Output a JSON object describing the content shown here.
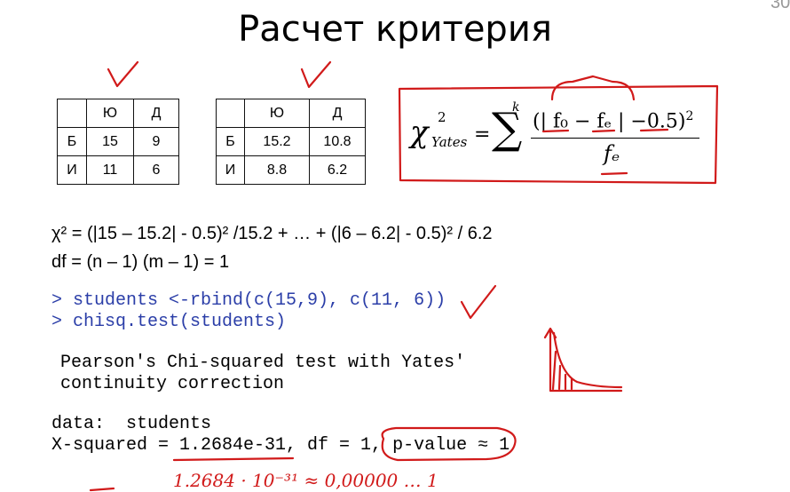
{
  "page_number": "30",
  "title": "Расчет критерия",
  "table_observed": {
    "header": [
      "",
      "Ю",
      "Д"
    ],
    "rows": [
      [
        "Б",
        "15",
        "9"
      ],
      [
        "И",
        "11",
        "6"
      ]
    ]
  },
  "table_expected": {
    "header": [
      "",
      "Ю",
      "Д"
    ],
    "rows": [
      [
        "Б",
        "15.2",
        "10.8"
      ],
      [
        "И",
        "8.8",
        "6.2"
      ]
    ]
  },
  "formula": {
    "chi": "χ",
    "power": "2",
    "subscript": "Yates",
    "equals": "=",
    "sum": "∑",
    "upper_limit": "k",
    "numerator": "(| f₀ − fₑ | −0.5)",
    "numerator_power": "2",
    "denominator": "fₑ"
  },
  "calc_line": "χ² = (|15 – 15.2| - 0.5)² /15.2 + … + (|6 – 6.2| - 0.5)² / 6.2",
  "df_line": "df = (n – 1) (m – 1) = 1",
  "code_input": [
    "> students <-rbind(c(15,9), c(11, 6))",
    "> chisq.test(students)"
  ],
  "test_title": [
    "Pearson's Chi-squared test with Yates'",
    "continuity correction"
  ],
  "data_line": "data:  students",
  "result_prefix": "X-squared = 1.2684e-31, df = 1, ",
  "result_pvalue": "p-value ≈ 1",
  "handwritten_note": "1.2684 · 10⁻³¹ ≈ 0,00000 … 1",
  "colors": {
    "ink": "#d11a1a",
    "code_blue": "#2b3ea8"
  }
}
